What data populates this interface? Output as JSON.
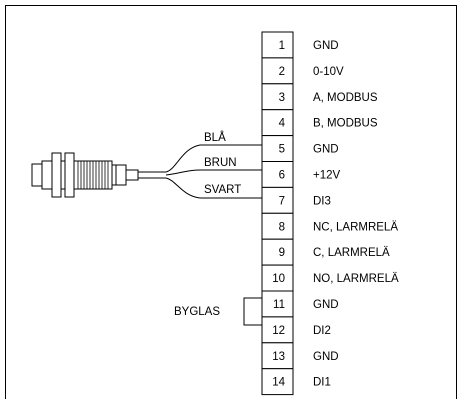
{
  "terminals": [
    {
      "num": "1",
      "label": "GND"
    },
    {
      "num": "2",
      "label": "0-10V"
    },
    {
      "num": "3",
      "label": "A, MODBUS"
    },
    {
      "num": "4",
      "label": "B, MODBUS"
    },
    {
      "num": "5",
      "label": "GND"
    },
    {
      "num": "6",
      "label": "+12V"
    },
    {
      "num": "7",
      "label": "DI3"
    },
    {
      "num": "8",
      "label": "NC, LARMRELÄ"
    },
    {
      "num": "9",
      "label": "C, LARMRELÄ"
    },
    {
      "num": "10",
      "label": "NO, LARMRELÄ"
    },
    {
      "num": "11",
      "label": "GND"
    },
    {
      "num": "12",
      "label": "DI2"
    },
    {
      "num": "13",
      "label": "GND"
    },
    {
      "num": "14",
      "label": "DI1"
    }
  ],
  "wires": {
    "blue": "BLÅ",
    "brown": "BRUN",
    "black": "SVART"
  },
  "jumper": {
    "label": "BYGLAS"
  },
  "sensor": {
    "icon": "inductive-sensor-icon"
  }
}
